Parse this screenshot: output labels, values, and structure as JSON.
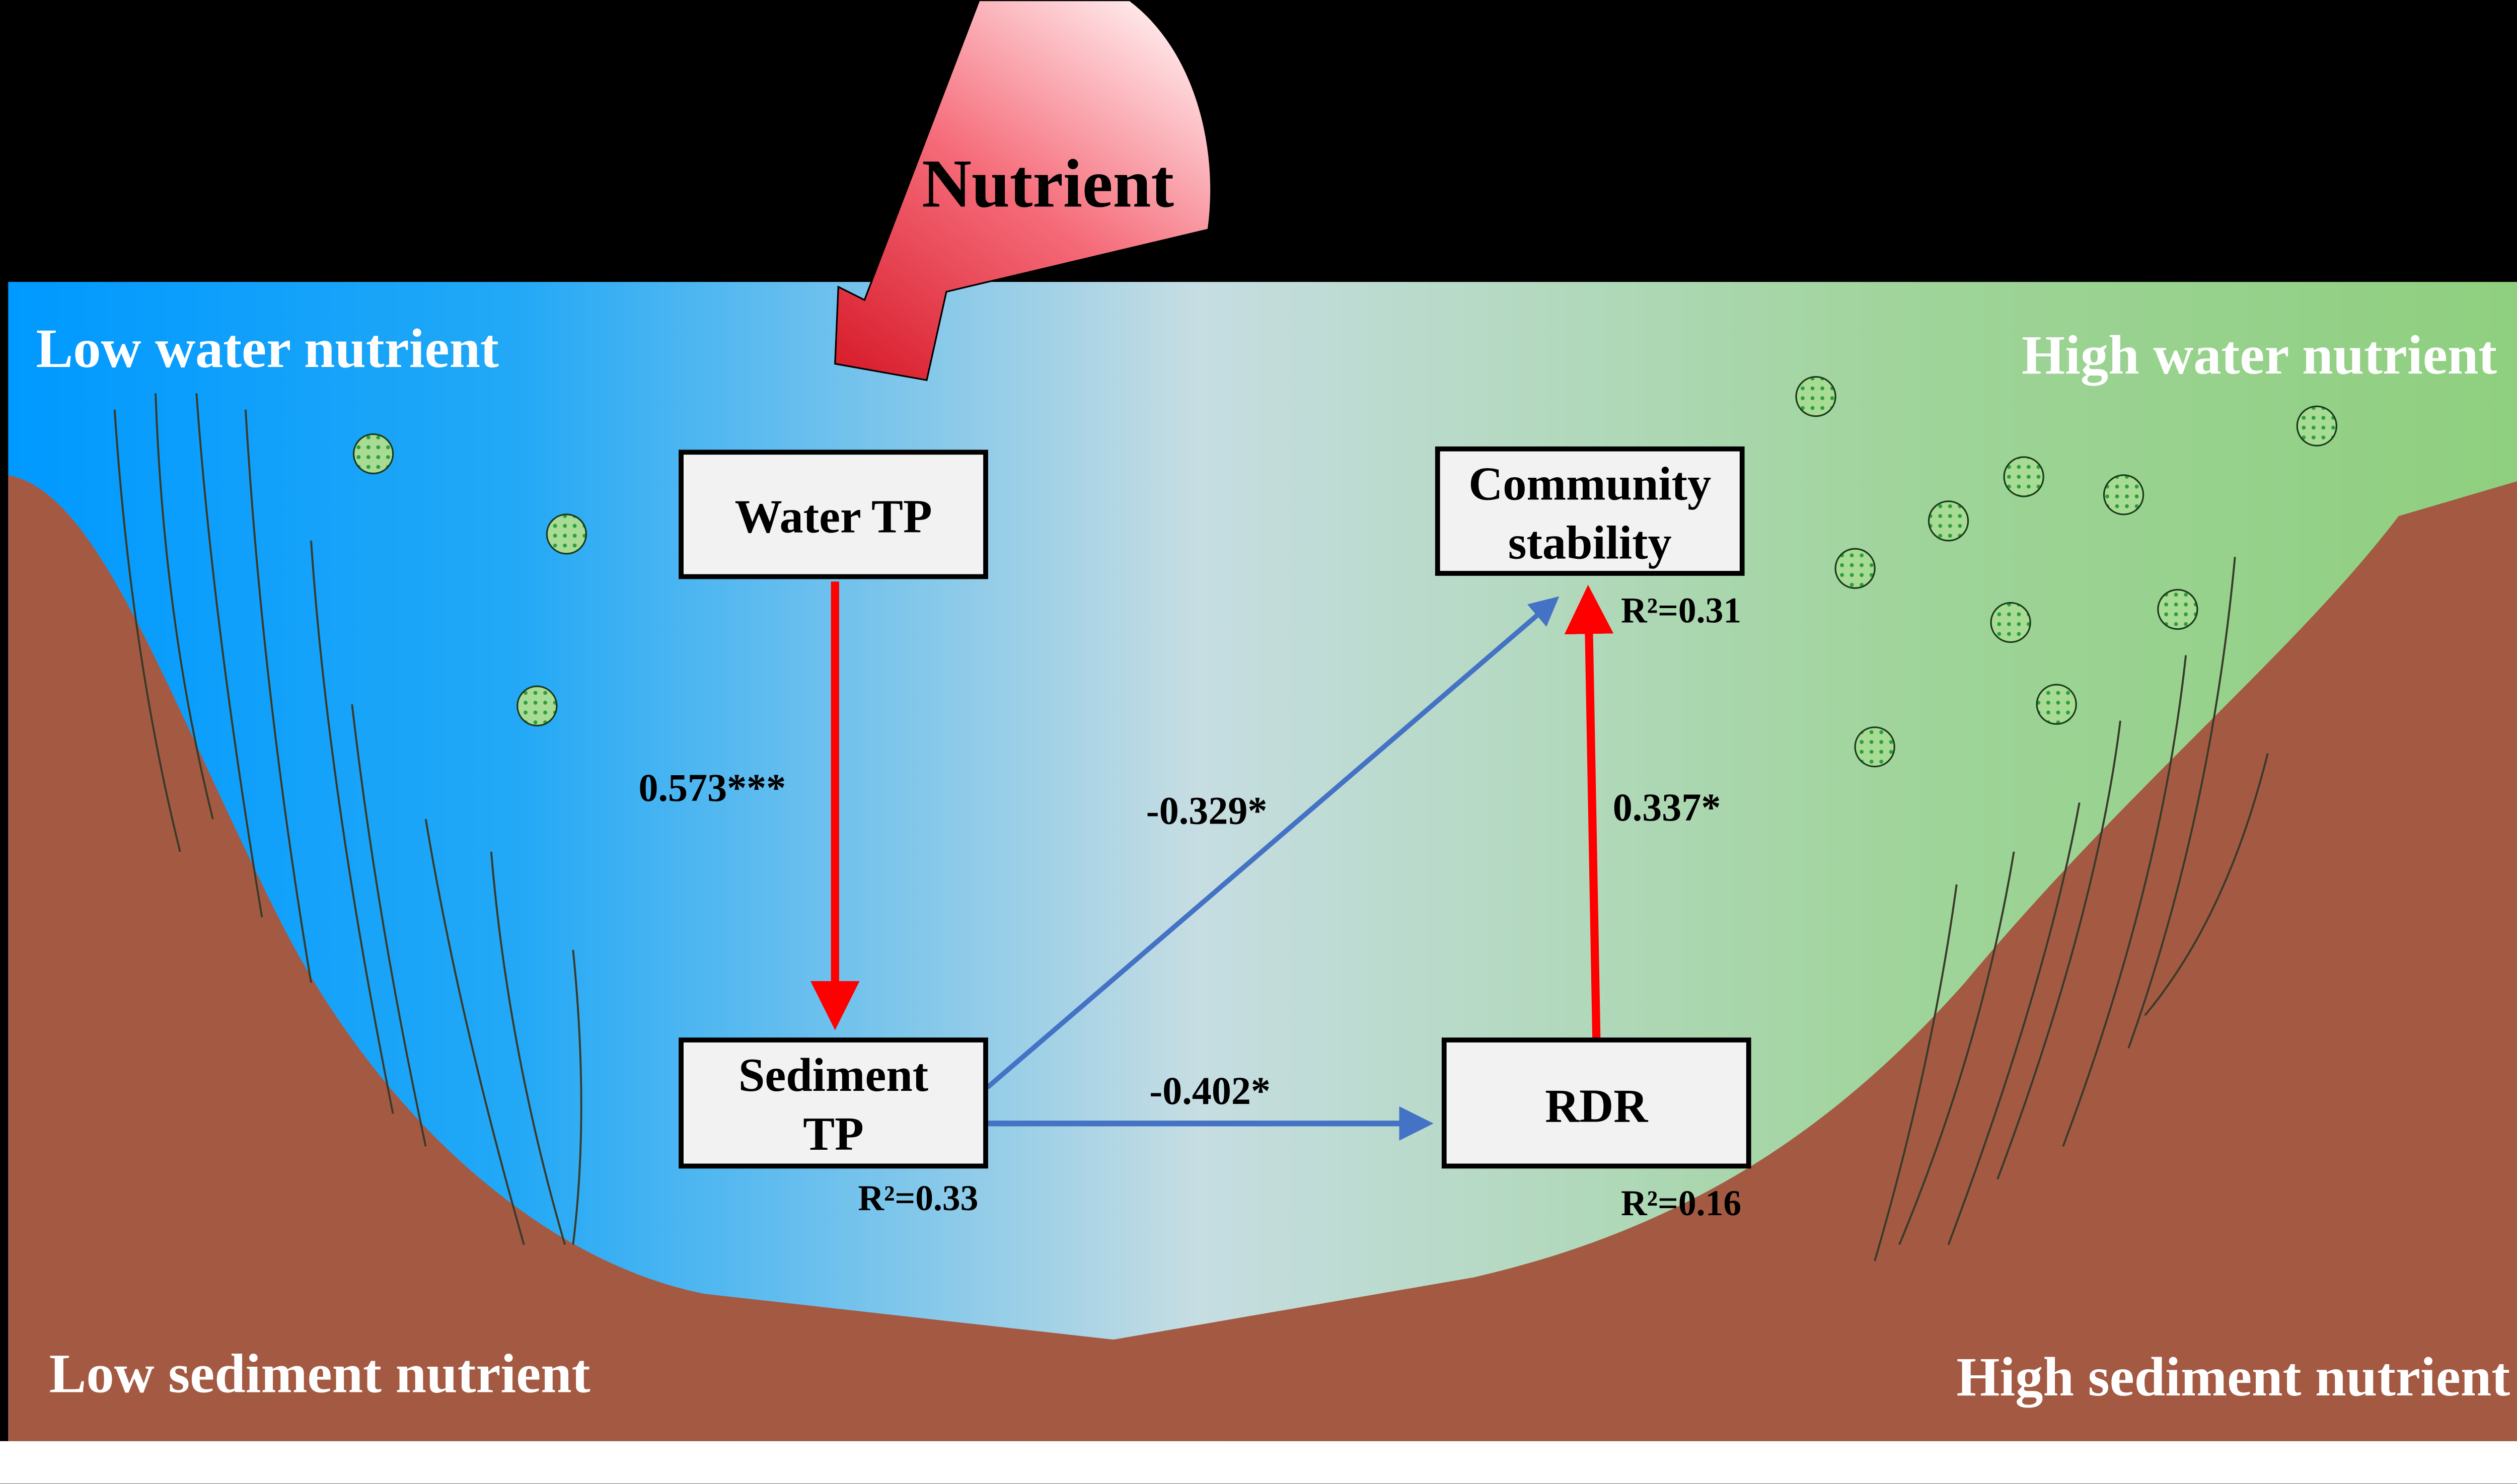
{
  "colors": {
    "water_left": "#0099ff",
    "water_mid": "#c6dde2",
    "water_right": "#8ecf7e",
    "sediment": "#a45a42",
    "positive_path": "#ff0000",
    "negative_path": "#4472c4",
    "box_fill": "#f2f2f2",
    "algae": "#9ed68a"
  },
  "nutrient_label": "Nutrient",
  "corners": {
    "top_left": "Low water nutrient",
    "top_right": "High water nutrient",
    "bottom_left": "Low sediment nutrient",
    "bottom_right": "High sediment nutrient"
  },
  "nodes": {
    "water_tp": {
      "label": "Water TP"
    },
    "community_stability": {
      "line1": "Community",
      "line2": "stability",
      "r2": "R²=0.31"
    },
    "sediment_tp": {
      "line1": "Sediment",
      "line2": "TP",
      "r2": "R²=0.33"
    },
    "rdr": {
      "label": "RDR",
      "r2": "R²=0.16"
    }
  },
  "paths": [
    {
      "from": "Water TP",
      "to": "Sediment TP",
      "coef": "0.573***",
      "sign": "positive"
    },
    {
      "from": "Sediment TP",
      "to": "Community stability",
      "coef": "-0.329*",
      "sign": "negative"
    },
    {
      "from": "Sediment TP",
      "to": "RDR",
      "coef": "-0.402*",
      "sign": "negative"
    },
    {
      "from": "RDR",
      "to": "Community stability",
      "coef": "0.337*",
      "sign": "positive"
    }
  ]
}
